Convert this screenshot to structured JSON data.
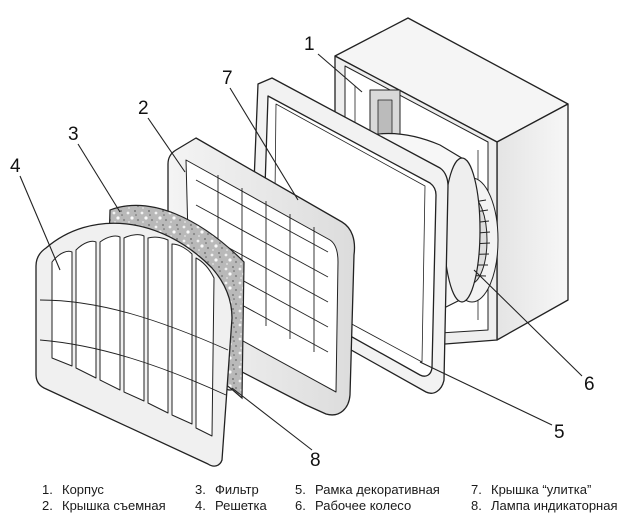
{
  "callouts": [
    "1",
    "2",
    "3",
    "4",
    "5",
    "6",
    "7",
    "8"
  ],
  "legend": [
    {
      "num": "1.",
      "text": "Корпус"
    },
    {
      "num": "2.",
      "text": "Крышка съемная"
    },
    {
      "num": "3.",
      "text": "Фильтр"
    },
    {
      "num": "4.",
      "text": "Решетка"
    },
    {
      "num": "5.",
      "text": "Рамка декоративная"
    },
    {
      "num": "6.",
      "text": "Рабочее колесо"
    },
    {
      "num": "7.",
      "text": "Крышка “улитка”"
    },
    {
      "num": "8.",
      "text": "Лампа индикаторная"
    }
  ]
}
